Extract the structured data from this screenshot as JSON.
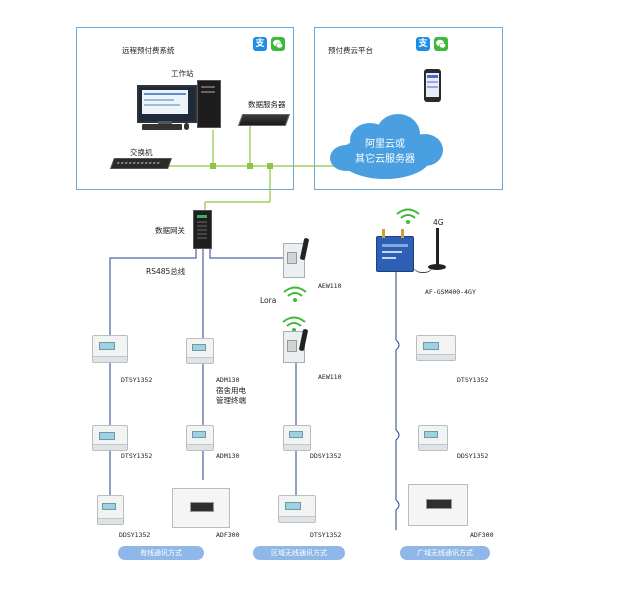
{
  "panels": {
    "remote": {
      "title": "远程预付费系统"
    },
    "cloud": {
      "title": "预付费云平台"
    }
  },
  "nodes": {
    "workstation": "工作站",
    "data_server": "数据服务器",
    "switch": "交换机",
    "cloud_line1": "阿里云或",
    "cloud_line2": "其它云服务器",
    "gateway": "数据网关",
    "rs485": "RS485总线",
    "lora": "Lora",
    "four_g": "4G",
    "gsm": "AF-GSM400-4GY",
    "aew110_top": "AEW110",
    "aew110_mid": "AEW110"
  },
  "columns": {
    "wired": {
      "row1": "DTSY1352",
      "row2": "DTSY1352",
      "row3": "DDSY1352",
      "footer": "有线通讯方式"
    },
    "adm": {
      "row1": "ADM130",
      "row1_desc1": "宿舍用电",
      "row1_desc2": "管理终端",
      "row2": "ADM130",
      "row3": "ADF300"
    },
    "lora": {
      "row2": "DDSY1352",
      "row3": "DTSY1352",
      "footer": "区域无线通讯方式"
    },
    "wan": {
      "row1": "DTSY1352",
      "row2": "DDSY1352",
      "row3": "ADF300",
      "footer": "广域无线通讯方式"
    }
  },
  "icons": {
    "alipay": "支",
    "wechat": "wechat-icon"
  },
  "colors": {
    "panel_border": "#6fa8d6",
    "bus_line": "#2b3f8c",
    "network_line": "#8cc63f",
    "pill": "#8fb8e8",
    "cloud": "#4a9fe0",
    "alipay": "#1a8fe3",
    "wechat": "#3fb83a"
  }
}
